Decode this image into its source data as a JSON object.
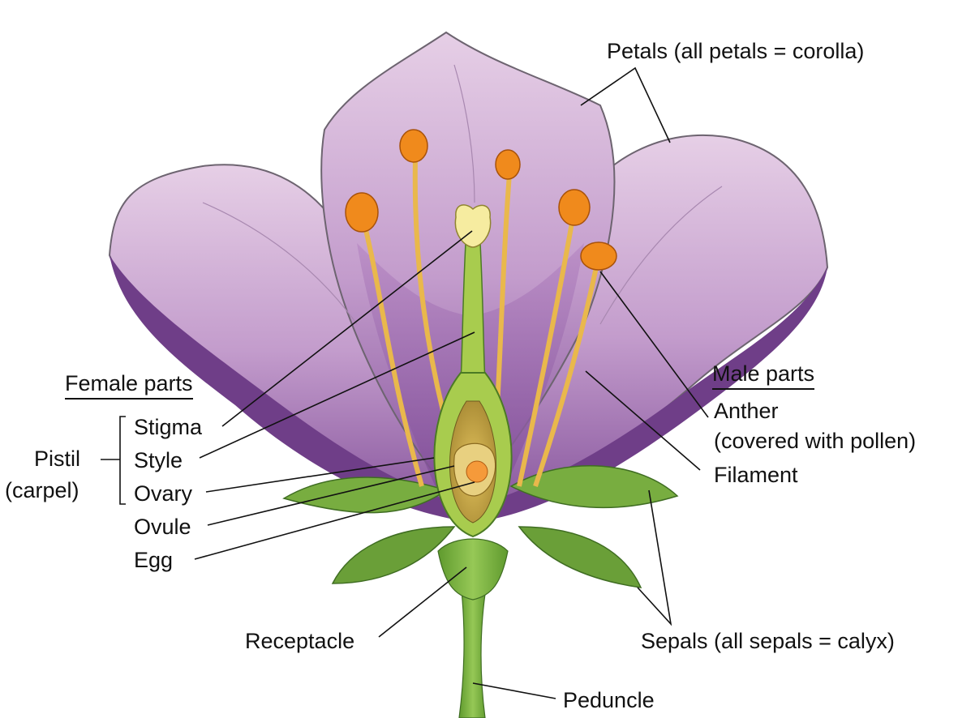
{
  "labels": {
    "petals": "Petals (all petals = corolla)",
    "female_heading": "Female parts",
    "stigma": "Stigma",
    "style": "Style",
    "ovary": "Ovary",
    "ovule": "Ovule",
    "egg": "Egg",
    "pistil": "Pistil",
    "carpel": "(carpel)",
    "male_heading": "Male parts",
    "anther": "Anther",
    "anther_note": "(covered with pollen)",
    "filament": "Filament",
    "sepals": "Sepals (all sepals = calyx)",
    "receptacle": "Receptacle",
    "peduncle": "Peduncle"
  },
  "colors": {
    "petal_light": "#dcc0dc",
    "petal_mid": "#b890c4",
    "petal_dark": "#8a5a9e",
    "petal_shadow": "#6e3f86",
    "sepal": "#6fa53c",
    "sepal_dark": "#3f7a22",
    "stem": "#7cb342",
    "ovary_wall": "#9cc24a",
    "ovary_inside": "#c8a748",
    "stamen": "#f2c35a",
    "anther": "#f08a1c",
    "egg": "#f59a3a"
  }
}
